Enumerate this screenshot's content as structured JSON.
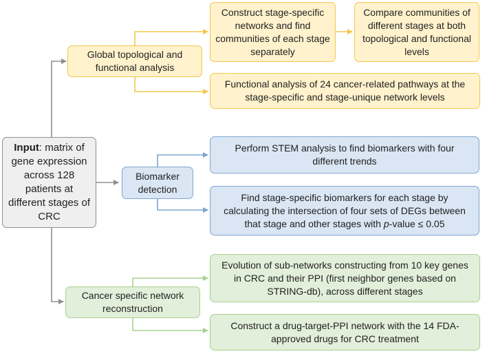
{
  "input": {
    "bold_label": "Input",
    "text": ": matrix of gene expression across 128 patients at different stages of CRC"
  },
  "branches": {
    "global": {
      "label": "Global topological and functional analysis",
      "children": {
        "construct": "Construct stage-specific networks and find communities of each stage separately",
        "compare": "Compare communities of different stages at both topological and functional levels",
        "pathways": "Functional analysis of 24 cancer-related pathways at the stage-specific and stage-unique network levels"
      }
    },
    "biomarker": {
      "label": "Biomarker detection",
      "children": {
        "stem": "Perform STEM analysis to find biomarkers with four different trends",
        "stage_specific": {
          "before": "Find stage-specific biomarkers for each stage by calculating the intersection of four sets of DEGs between that stage and other stages with ",
          "italic": "p",
          "after": "-value ≤ 0.05"
        }
      }
    },
    "network": {
      "label": "Cancer specific network reconstruction",
      "children": {
        "subnetworks": "Evolution of sub-networks constructing from 10 key genes in CRC and their PPI (first neighbor genes based on STRING-db), across different stages",
        "drug": "Construct a drug-target-PPI network with the 14 FDA-approved drugs for CRC treatment"
      }
    }
  },
  "colors": {
    "yellow_fill": "#fff2cc",
    "yellow_border": "#f2c74e",
    "blue_fill": "#dae6f4",
    "blue_border": "#7fa5d1",
    "green_fill": "#e2efda",
    "green_border": "#a9d08e",
    "gray_fill": "#efefef",
    "gray_border": "#8f8f8f"
  }
}
